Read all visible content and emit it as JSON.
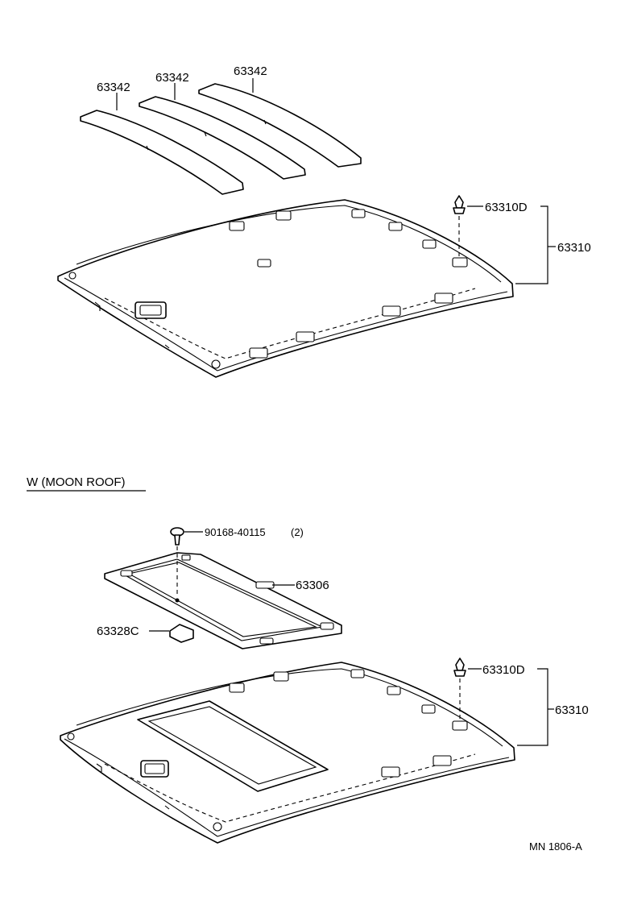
{
  "labels": {
    "strip_1": "63342",
    "strip_2": "63342",
    "strip_3": "63342",
    "clip_top": "63310D",
    "headliner_top": "63310",
    "section_title": "W (MOON ROOF)",
    "screw": "90168-40115",
    "screw_qty": "(2)",
    "frame": "63306",
    "lamp_cover": "63328C",
    "clip_bottom": "63310D",
    "headliner_bottom": "63310",
    "drawing_code": "MN 1806-A"
  }
}
